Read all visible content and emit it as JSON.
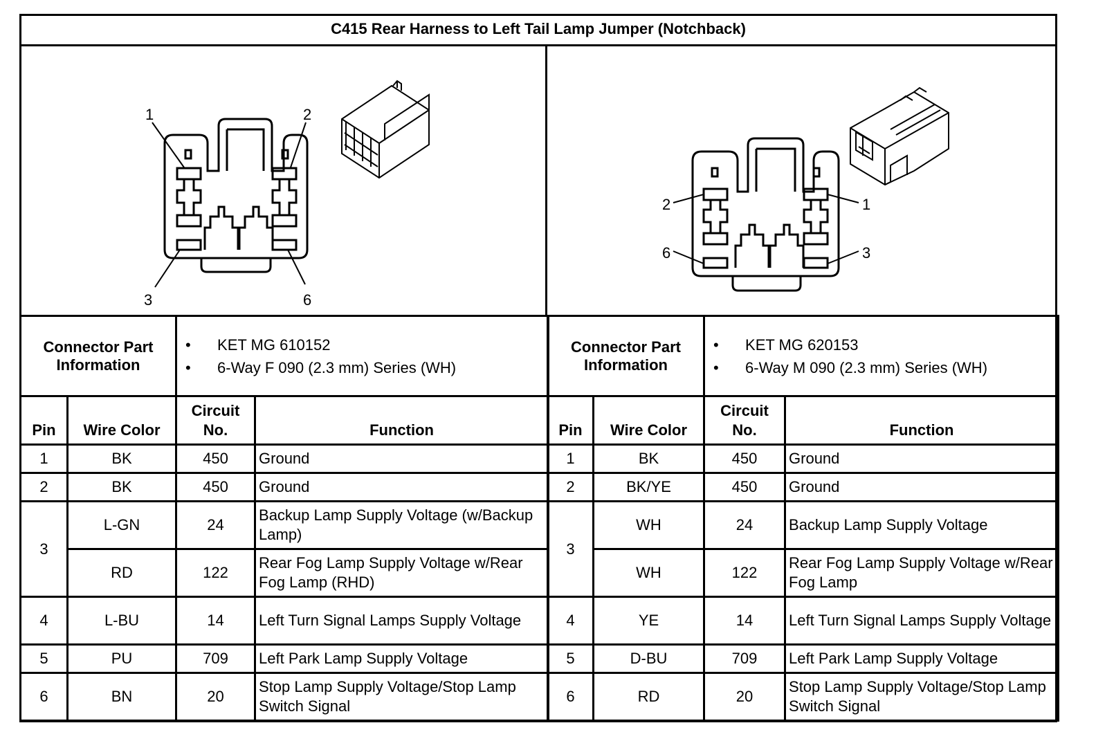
{
  "title": "C415 Rear Harness to Left Tail Lamp Jumper (Notchback)",
  "left_connector": {
    "pin_labels": [
      "1",
      "2",
      "3",
      "6"
    ],
    "part_info_label": "Connector Part Information",
    "part_info": [
      "KET MG 610152",
      "6-Way F 090 (2.3 mm) Series (WH)"
    ],
    "headers": {
      "pin": "Pin",
      "wire_color": "Wire Color",
      "circuit": "Circuit No.",
      "function": "Function"
    },
    "rows": [
      {
        "pin": "1",
        "color": "BK",
        "circuit": "450",
        "function": "Ground"
      },
      {
        "pin": "2",
        "color": "BK",
        "circuit": "450",
        "function": "Ground"
      },
      {
        "pin": "3",
        "color": "L-GN",
        "circuit": "24",
        "function": "Backup Lamp Supply Voltage (w/Backup Lamp)"
      },
      {
        "pin": "",
        "color": "RD",
        "circuit": "122",
        "function": "Rear Fog Lamp Supply Voltage w/Rear Fog Lamp (RHD)"
      },
      {
        "pin": "4",
        "color": "L-BU",
        "circuit": "14",
        "function": "Left Turn Signal Lamps Supply Voltage"
      },
      {
        "pin": "5",
        "color": "PU",
        "circuit": "709",
        "function": "Left Park Lamp Supply Voltage"
      },
      {
        "pin": "6",
        "color": "BN",
        "circuit": "20",
        "function": "Stop Lamp Supply Voltage/Stop Lamp Switch Signal"
      }
    ]
  },
  "right_connector": {
    "pin_labels": [
      "2",
      "1",
      "6",
      "3"
    ],
    "part_info_label": "Connector Part Information",
    "part_info": [
      "KET MG 620153",
      "6-Way M 090 (2.3 mm) Series (WH)"
    ],
    "headers": {
      "pin": "Pin",
      "wire_color": "Wire Color",
      "circuit": "Circuit No.",
      "function": "Function"
    },
    "rows": [
      {
        "pin": "1",
        "color": "BK",
        "circuit": "450",
        "function": "Ground"
      },
      {
        "pin": "2",
        "color": "BK/YE",
        "circuit": "450",
        "function": "Ground"
      },
      {
        "pin": "3",
        "color": "WH",
        "circuit": "24",
        "function": "Backup Lamp Supply Voltage"
      },
      {
        "pin": "",
        "color": "WH",
        "circuit": "122",
        "function": "Rear Fog Lamp Supply Voltage w/Rear Fog Lamp"
      },
      {
        "pin": "4",
        "color": "YE",
        "circuit": "14",
        "function": "Left Turn Signal Lamps Supply Voltage"
      },
      {
        "pin": "5",
        "color": "D-BU",
        "circuit": "709",
        "function": "Left Park Lamp Supply Voltage"
      },
      {
        "pin": "6",
        "color": "RD",
        "circuit": "20",
        "function": "Stop Lamp Supply Voltage/Stop Lamp Switch Signal"
      }
    ]
  }
}
